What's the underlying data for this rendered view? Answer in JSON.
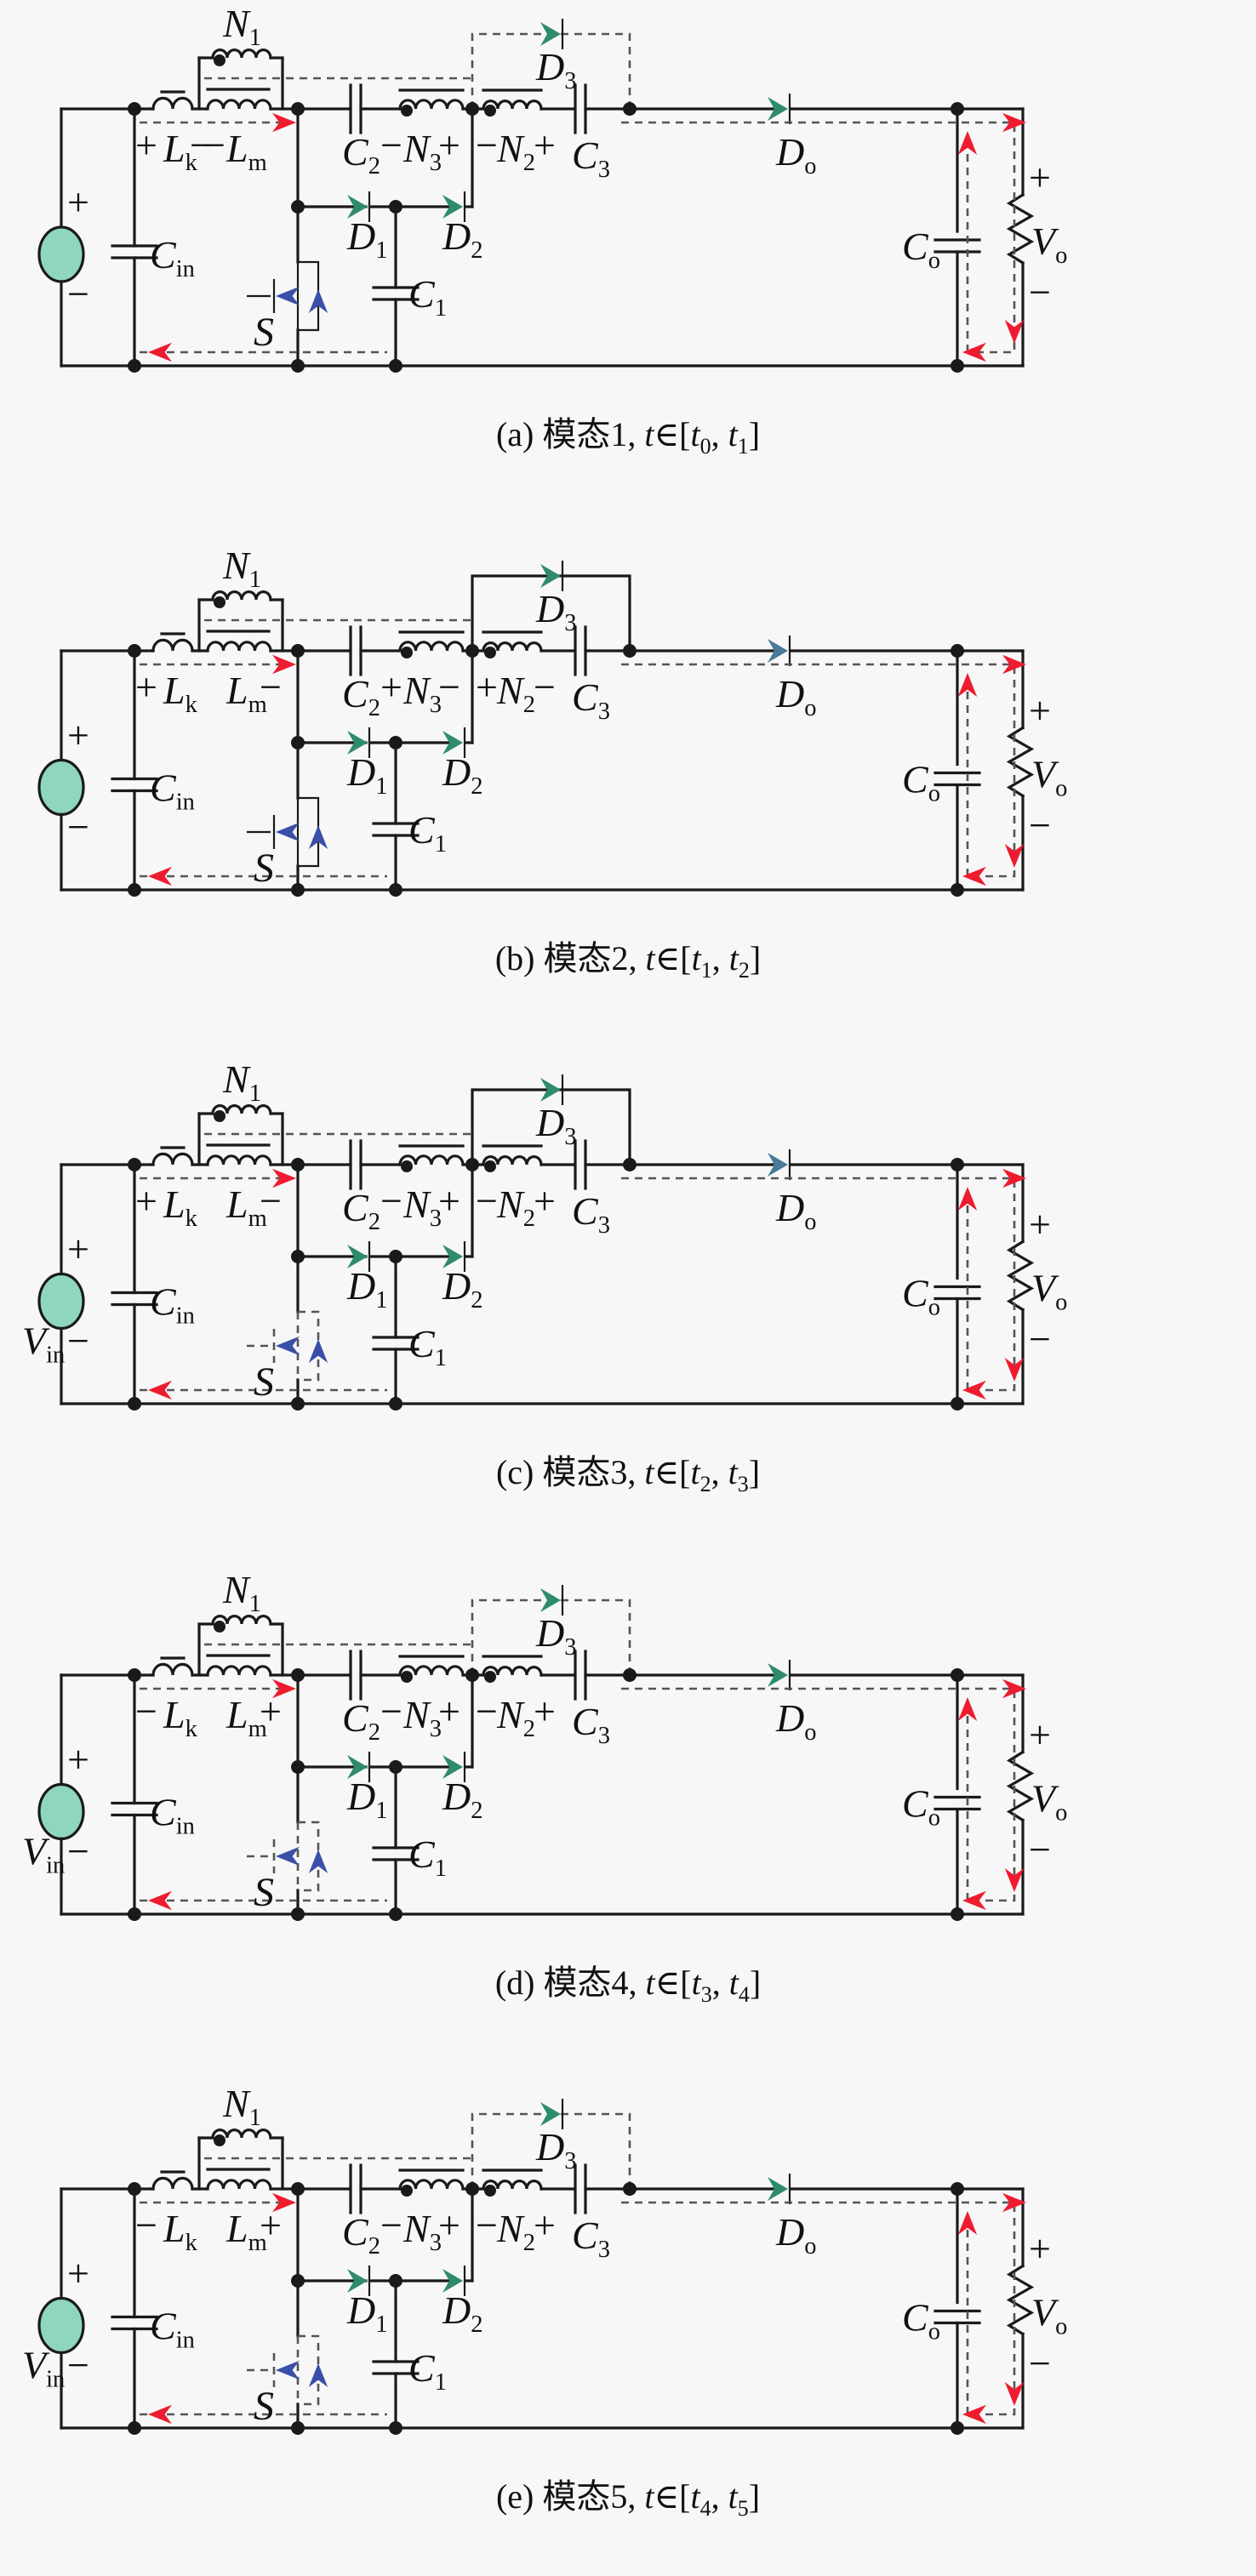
{
  "figure": {
    "title": "Operating modes of coupled-inductor high step-up converter",
    "colors": {
      "background": "#f7f7f7",
      "wire": "#1a1a1a",
      "source_fill": "#8fd6bf",
      "arrow_red": "#ee1c2e",
      "arrow_green": "#2e8b6e",
      "arrow_blue": "#3b4fa8",
      "arrow_steel": "#4a7a9a",
      "current_path": "#555555"
    },
    "labels": {
      "N1": "N",
      "N1_sub": "1",
      "N2": "N",
      "N2_sub": "2",
      "N3": "N",
      "N3_sub": "3",
      "Lk": "L",
      "Lk_sub": "k",
      "Lm": "L",
      "Lm_sub": "m",
      "Cin": "C",
      "Cin_sub": "in",
      "C1": "C",
      "C1_sub": "1",
      "C2": "C",
      "C2_sub": "2",
      "C3": "C",
      "C3_sub": "3",
      "Co": "C",
      "Co_sub": "o",
      "D1": "D",
      "D1_sub": "1",
      "D2": "D",
      "D2_sub": "2",
      "D3": "D",
      "D3_sub": "3",
      "Do": "D",
      "Do_sub": "o",
      "S": "S",
      "Vin": "V",
      "Vin_sub": "in",
      "Vo": "V",
      "Vo_sub": "o",
      "plus": "+",
      "minus": "−"
    },
    "panels": [
      {
        "id": "a",
        "caption_prefix": "(a) 模态1, ",
        "caption_t": "t",
        "caption_in": "∈[",
        "caption_t0": "t",
        "caption_t0_sub": "0",
        "caption_sep": ", ",
        "caption_t1": "t",
        "caption_t1_sub": "1",
        "caption_end": "]",
        "show_vin_label": false,
        "Lk_sign_left": "+",
        "Lk_sign_right": "−",
        "Lm_sign_left": "−",
        "Lm_sign_right": "",
        "N3_sign_left": "−",
        "N3_sign_right": "+",
        "N2_sign_left": "−",
        "N2_sign_right": "+",
        "switch_state": "on",
        "D3_active": false,
        "Do_active": true
      },
      {
        "id": "b",
        "caption_prefix": "(b) 模态2, ",
        "caption_t": "t",
        "caption_in": "∈[",
        "caption_t0": "t",
        "caption_t0_sub": "1",
        "caption_sep": ", ",
        "caption_t1": "t",
        "caption_t1_sub": "2",
        "caption_end": "]",
        "show_vin_label": false,
        "Lk_sign_left": "+",
        "Lk_sign_right": "",
        "Lm_sign_left": "",
        "Lm_sign_right": "−",
        "N3_sign_left": "+",
        "N3_sign_right": "−",
        "N2_sign_left": "+",
        "N2_sign_right": "−",
        "switch_state": "on",
        "D3_active": true,
        "Do_active": false
      },
      {
        "id": "c",
        "caption_prefix": "(c) 模态3, ",
        "caption_t": "t",
        "caption_in": "∈[",
        "caption_t0": "t",
        "caption_t0_sub": "2",
        "caption_sep": ", ",
        "caption_t1": "t",
        "caption_t1_sub": "3",
        "caption_end": "]",
        "show_vin_label": true,
        "Lk_sign_left": "+",
        "Lk_sign_right": "",
        "Lm_sign_left": "",
        "Lm_sign_right": "−",
        "N3_sign_left": "−",
        "N3_sign_right": "+",
        "N2_sign_left": "−",
        "N2_sign_right": "+",
        "switch_state": "off",
        "D3_active": true,
        "Do_active": false
      },
      {
        "id": "d",
        "caption_prefix": "(d) 模态4, ",
        "caption_t": "t",
        "caption_in": "∈[",
        "caption_t0": "t",
        "caption_t0_sub": "3",
        "caption_sep": ", ",
        "caption_t1": "t",
        "caption_t1_sub": "4",
        "caption_end": "]",
        "show_vin_label": true,
        "Lk_sign_left": "−",
        "Lk_sign_right": "",
        "Lm_sign_left": "",
        "Lm_sign_right": "+",
        "N3_sign_left": "−",
        "N3_sign_right": "+",
        "N2_sign_left": "−",
        "N2_sign_right": "+",
        "switch_state": "off",
        "D3_active": false,
        "Do_active": true
      },
      {
        "id": "e",
        "caption_prefix": "(e) 模态5, ",
        "caption_t": "t",
        "caption_in": "∈[",
        "caption_t0": "t",
        "caption_t0_sub": "4",
        "caption_sep": ", ",
        "caption_t1": "t",
        "caption_t1_sub": "5",
        "caption_end": "]",
        "show_vin_label": true,
        "Lk_sign_left": "−",
        "Lk_sign_right": "",
        "Lm_sign_left": "",
        "Lm_sign_right": "+",
        "N3_sign_left": "−",
        "N3_sign_right": "+",
        "N2_sign_left": "−",
        "N2_sign_right": "+",
        "switch_state": "off",
        "D3_active": false,
        "Do_active": true
      }
    ]
  }
}
